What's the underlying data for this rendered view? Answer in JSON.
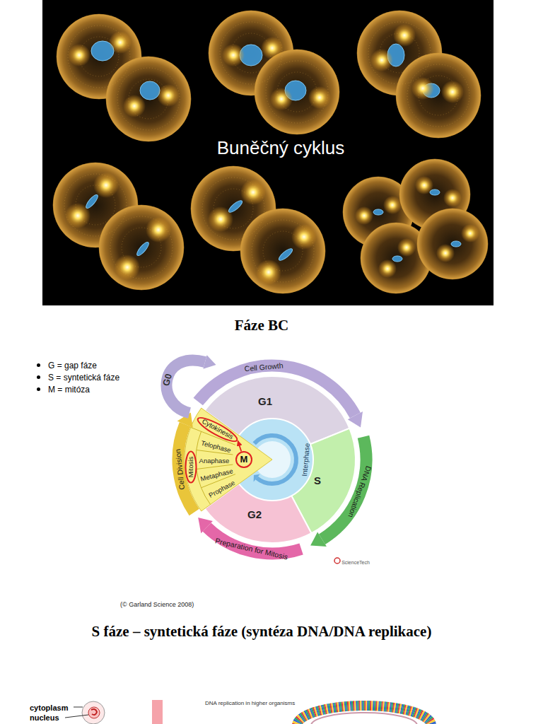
{
  "diagram": {
    "title": "Fáze BC",
    "nodes": [
      {
        "text": [
          "Cytokinesis"
        ]
      },
      {
        "text": [
          "Mitosis"
        ]
      },
      {
        "text": [
          "M"
        ]
      }
    ],
    "edges": [
      {
        "from": 2,
        "to": 0,
        "arrow": "to"
      }
    ],
    "labels": [
      "Buněčný cyklus",
      "G = gap fáze",
      "S = syntetická fáze",
      "M = mitóza",
      "G0",
      "Cell Growth",
      "G1",
      "S",
      "DNA Replication",
      "G2",
      "Preparation for Mitosis",
      "Cell Division",
      "Telophase",
      "Anaphase",
      "Metaphase",
      "Prophase",
      "Interphase",
      "ScienceTech",
      "(© Garland Science 2008)",
      "S fáze – syntetická fáze (syntéza DNA/DNA replikace)",
      "cytoplasm",
      "nucleus",
      "DNA replication in higher organisms"
    ]
  }
}
